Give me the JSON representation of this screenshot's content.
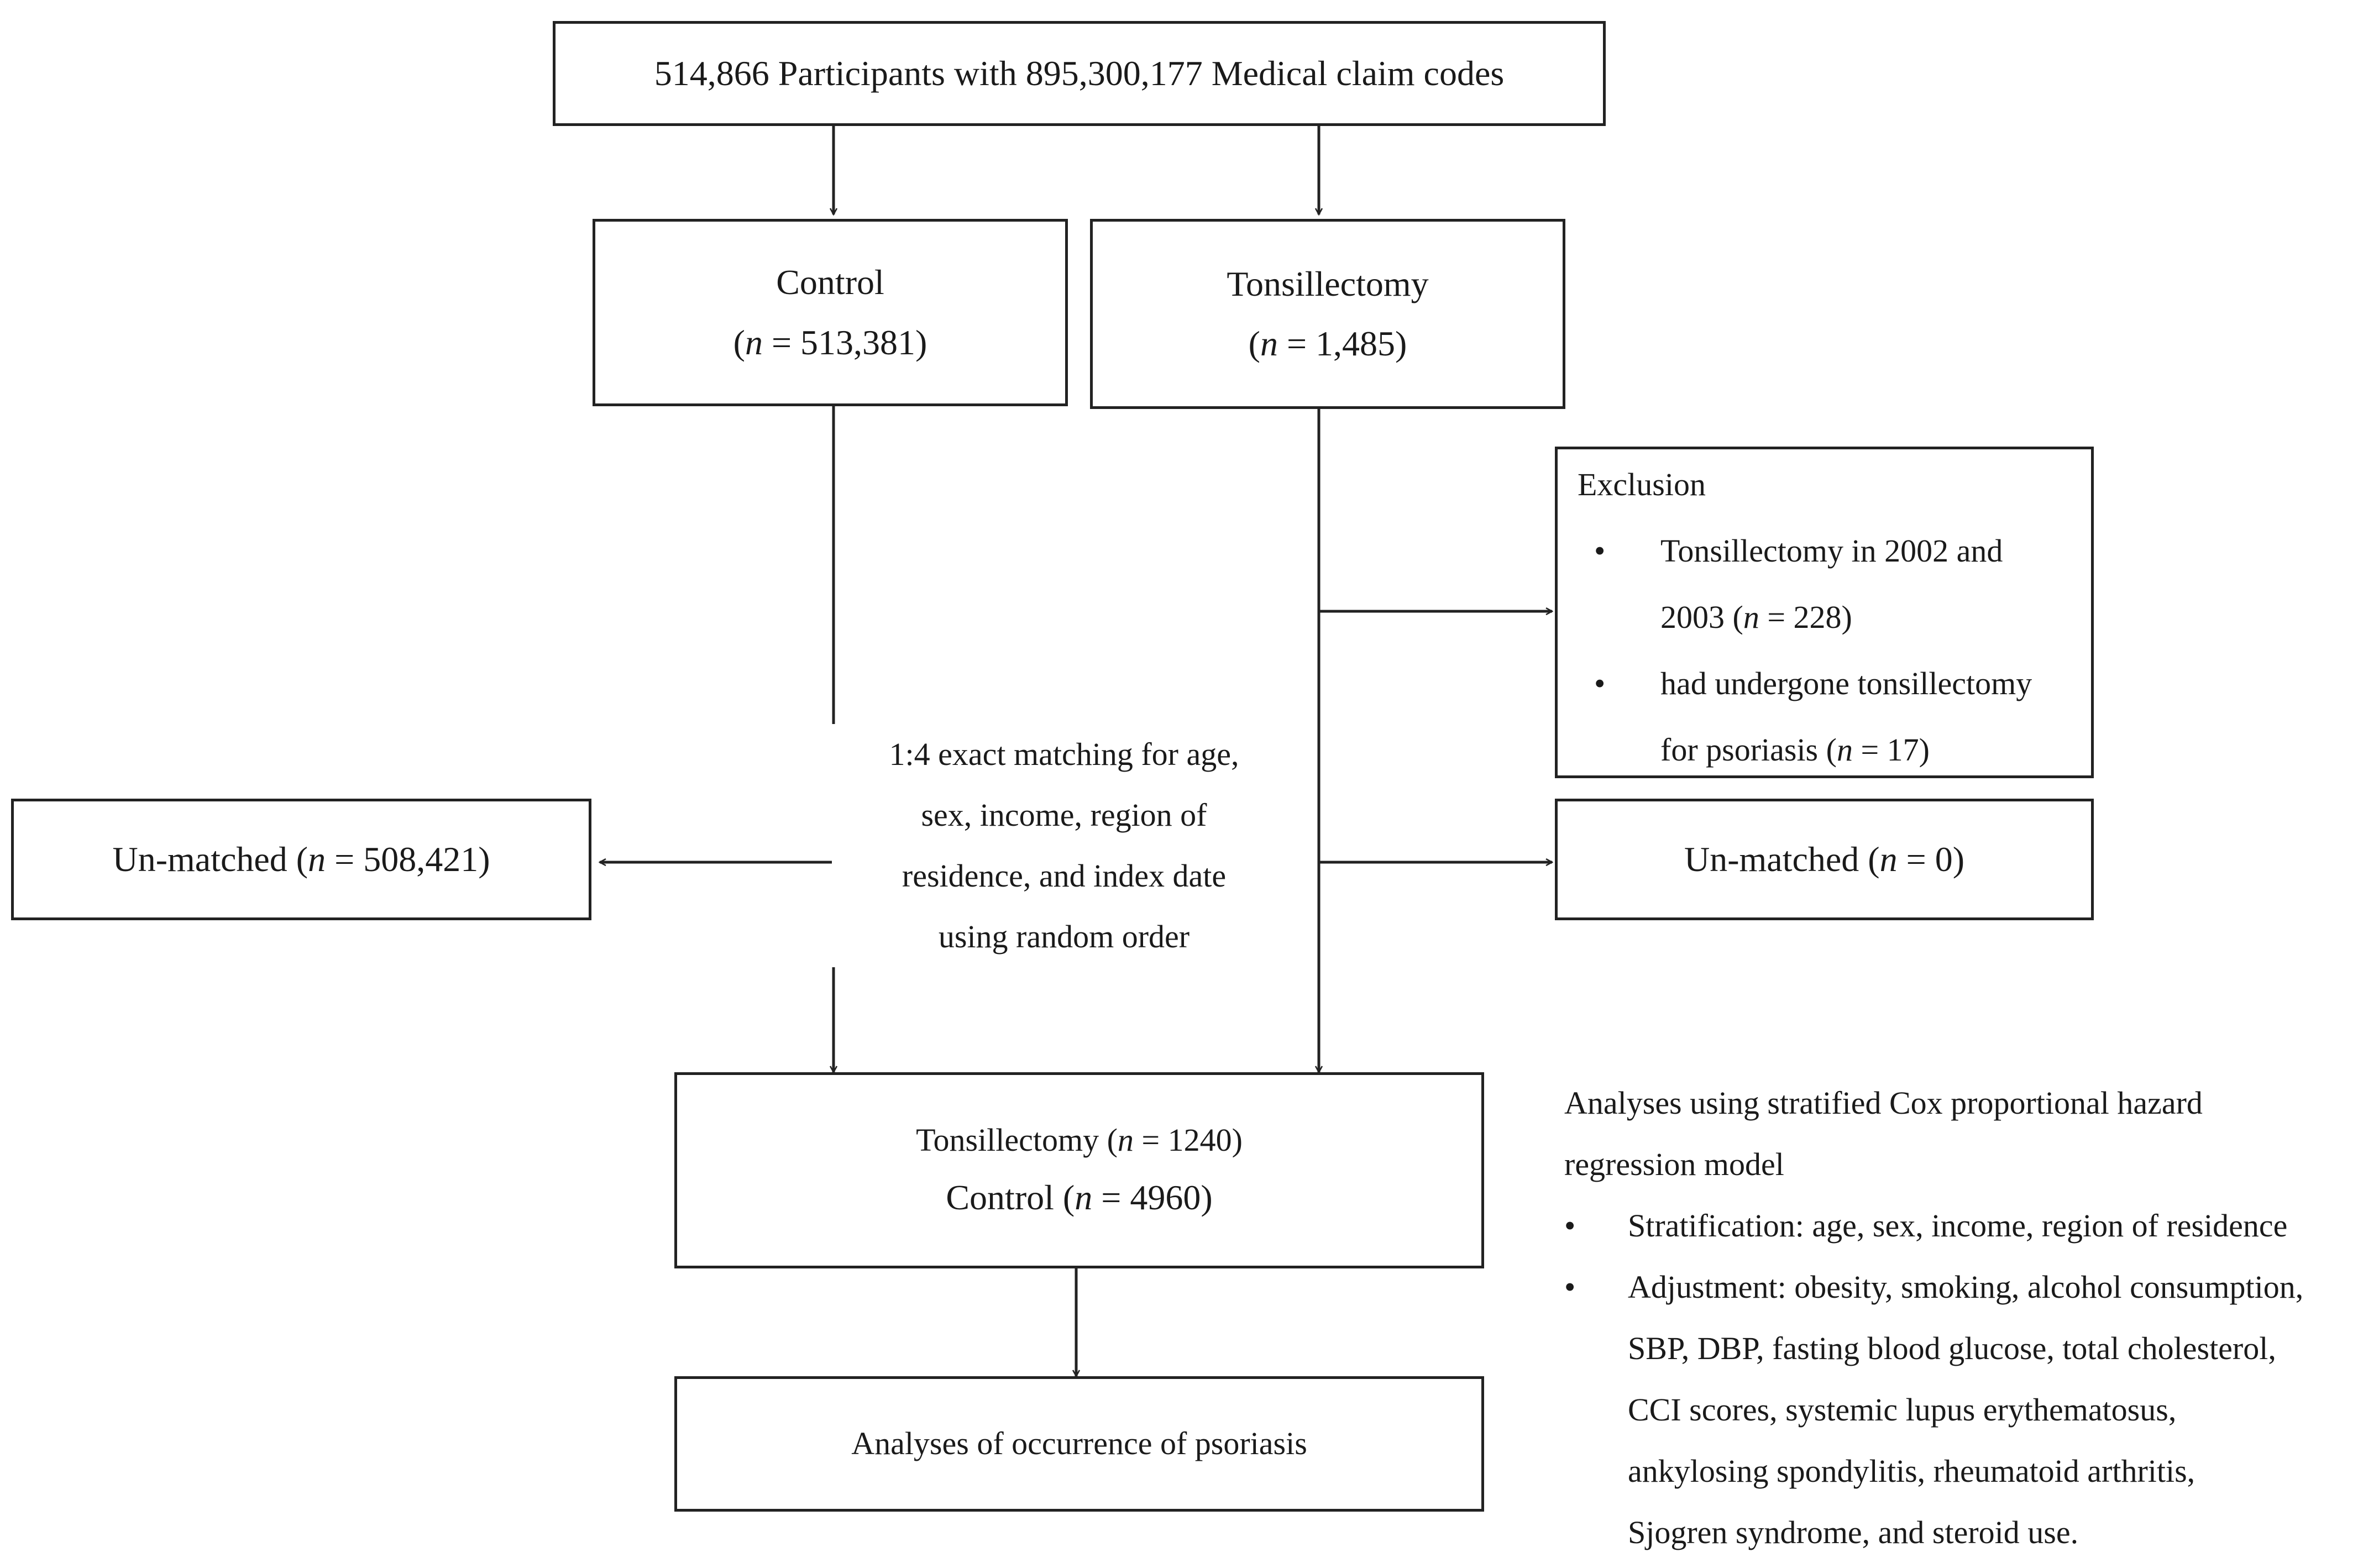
{
  "boxes": {
    "participants": "514,866 Participants with  895,300,177 Medical claim codes",
    "control": {
      "title": "Control",
      "n_prefix": "(",
      "n_symbol": "n",
      "n_value": " = 513,381)"
    },
    "tonsillectomy": {
      "title": "Tonsillectomy",
      "n_prefix": "(",
      "n_symbol": "n",
      "n_value": " = 1,485)"
    },
    "exclusion": {
      "title": "Exclusion",
      "bullet": "•",
      "items": [
        {
          "line1": "Tonsillectomy in 2002 and",
          "line2_text": "2003 (",
          "line2_symbol": "n",
          "line2_value": " = 228)"
        },
        {
          "line1": "had undergone tonsillectomy",
          "line2_text": "for psoriasis  (",
          "line2_symbol": "n",
          "line2_value": " = 17)"
        }
      ]
    },
    "unmatched_left": {
      "text": "Un-matched (",
      "symbol": "n",
      "value": " = 508,421)"
    },
    "unmatched_right": {
      "text": "Un-matched (",
      "symbol": "n",
      "value": " = 0)"
    },
    "matched": {
      "line1_text": "Tonsillectomy (",
      "line1_symbol": "n",
      "line1_value": " = 1240)",
      "line2_text": "Control (",
      "line2_symbol": "n",
      "line2_value": " = 4960)"
    },
    "outcome": "Analyses of occurrence of psoriasis"
  },
  "matching_note": [
    "1:4 exact matching for age,",
    "sex, income, region of",
    "residence, and index date",
    "using random order"
  ],
  "analysis_note": {
    "lines": [
      "Analyses using stratified Cox proportional hazard",
      "regression model"
    ],
    "bullet": "•",
    "bullets": [
      [
        "Stratification: age, sex, income, region of residence"
      ],
      [
        "Adjustment: obesity, smoking, alcohol consumption,",
        "SBP, DBP, fasting blood glucose, total cholesterol,",
        "CCI scores, systemic lupus erythematosus,",
        "ankylosing spondylitis, rheumatoid arthritis,",
        "Sjogren syndrome, and steroid use."
      ]
    ]
  },
  "colors": {
    "line": "#222222",
    "text": "#1a1a1a",
    "background": "#ffffff"
  }
}
